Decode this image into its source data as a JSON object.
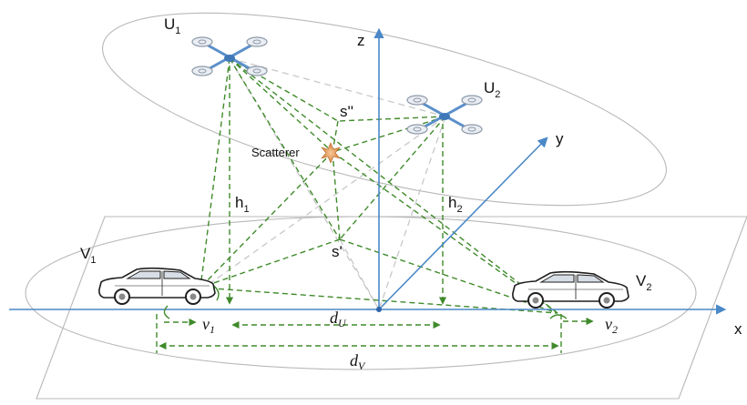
{
  "labels": {
    "u1": {
      "main": "U",
      "sub": "1"
    },
    "u2": {
      "main": "U",
      "sub": "2"
    },
    "v1": {
      "main": "V",
      "sub": "1"
    },
    "v2": {
      "main": "V",
      "sub": "2"
    },
    "h1": {
      "main": "h",
      "sub": "1"
    },
    "h2": {
      "main": "h",
      "sub": "2"
    },
    "z": "z",
    "y": "y",
    "x": "x",
    "s_double": "s''",
    "s_single": "s'",
    "scatterer": "Scatterer",
    "vel1": {
      "main": "v",
      "sub": "1"
    },
    "vel2": {
      "main": "v",
      "sub": "2"
    },
    "dU": {
      "main": "d",
      "sub": "U"
    },
    "dV": {
      "main": "d",
      "sub": "V"
    }
  },
  "colors": {
    "axis": "#4a88c7",
    "path": "#3f8a2a",
    "los_gray": "#c8c8c8",
    "scatterer": "#e8a060",
    "uav": "#5b8fc9"
  },
  "icons": [
    "uav-icon",
    "car-icon",
    "scatterer-icon"
  ]
}
